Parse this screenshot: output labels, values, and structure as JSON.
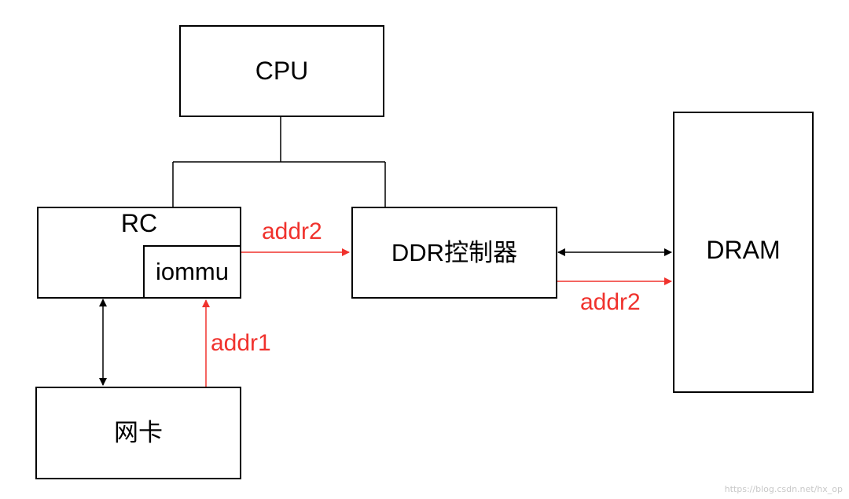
{
  "nodes": {
    "cpu": "CPU",
    "rc": "RC",
    "iommu": "iommu",
    "ddr_controller": "DDR控制器",
    "dram": "DRAM",
    "nic": "网卡"
  },
  "edge_labels": {
    "iommu_to_ddr": "addr2",
    "ddr_to_dram": "addr2",
    "nic_to_iommu": "addr1"
  },
  "colors": {
    "address_arrow": "#f0322d",
    "line": "#000000"
  },
  "watermark": "https://blog.csdn.net/hx_op"
}
